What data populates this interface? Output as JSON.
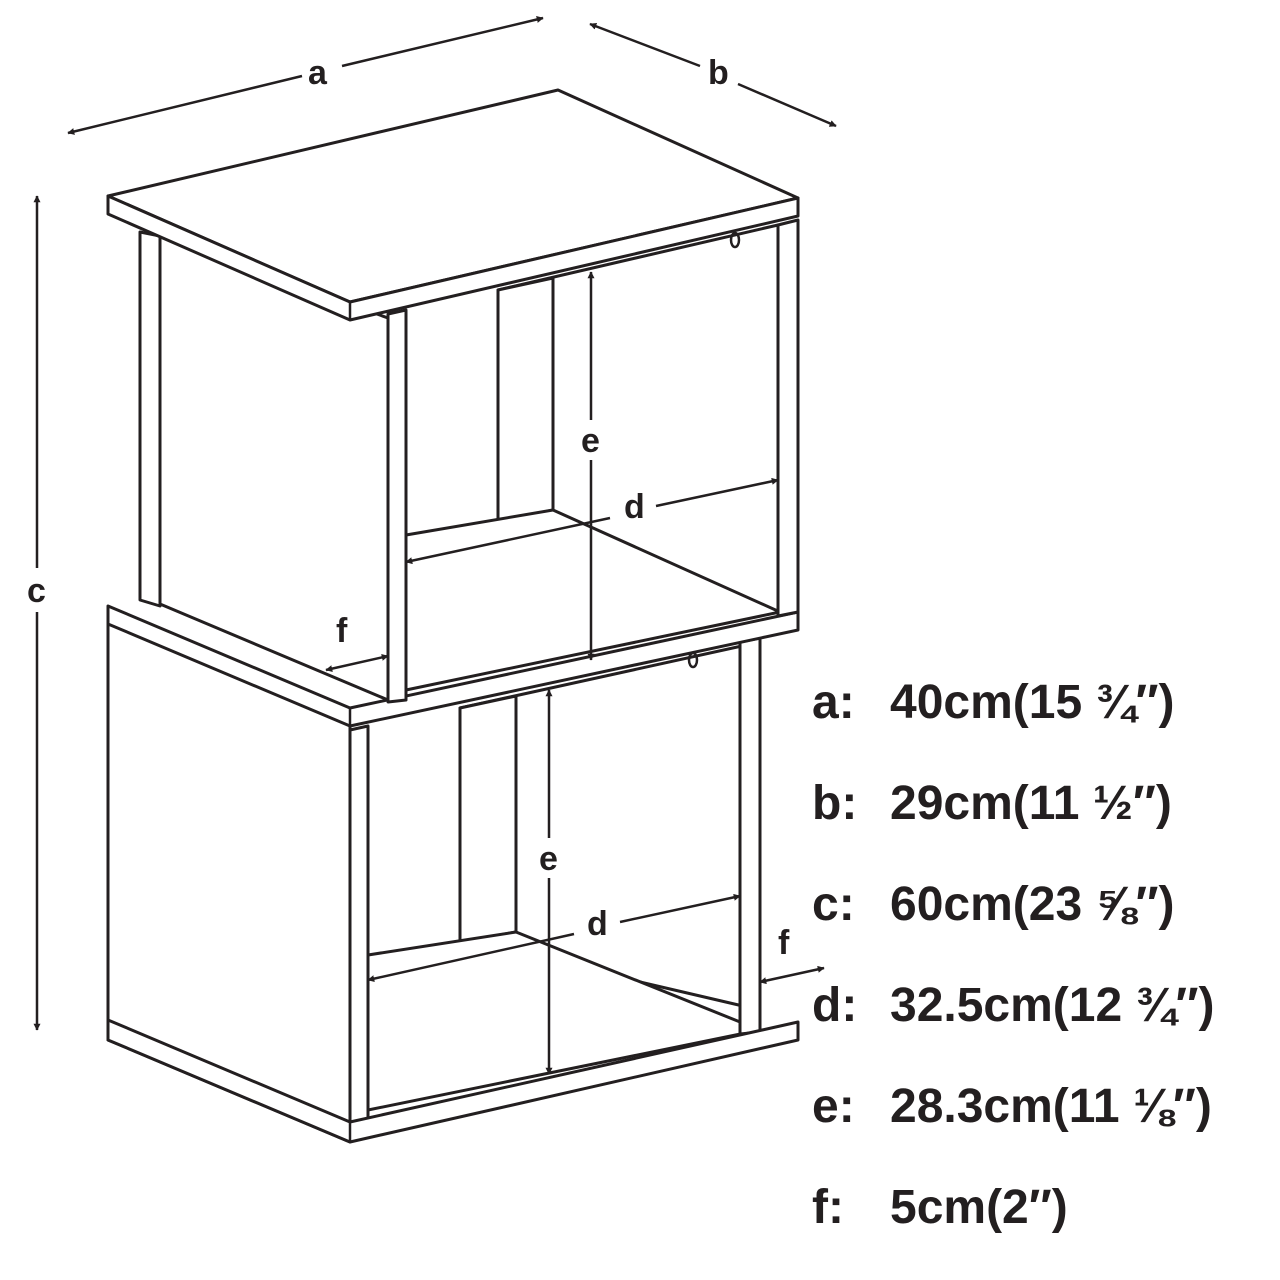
{
  "diagram": {
    "dimension_labels": {
      "a": "a",
      "b": "b",
      "c": "c",
      "d_upper": "d",
      "e_upper": "e",
      "f_upper": "f",
      "d_lower": "d",
      "e_lower": "e",
      "f_lower": "f"
    },
    "legend": [
      {
        "key": "a:",
        "value": "40cm(15 ¾″)"
      },
      {
        "key": "b:",
        "value": "29cm(11 ½″)"
      },
      {
        "key": "c:",
        "value": "60cm(23 ⅝″)"
      },
      {
        "key": "d:",
        "value": "32.5cm(12 ¾″)"
      },
      {
        "key": "e:",
        "value": "28.3cm(11 ⅛″)"
      },
      {
        "key": "f:",
        "value": "5cm(2″)"
      }
    ],
    "colors": {
      "ink": "#231f20",
      "background": "#ffffff"
    }
  }
}
